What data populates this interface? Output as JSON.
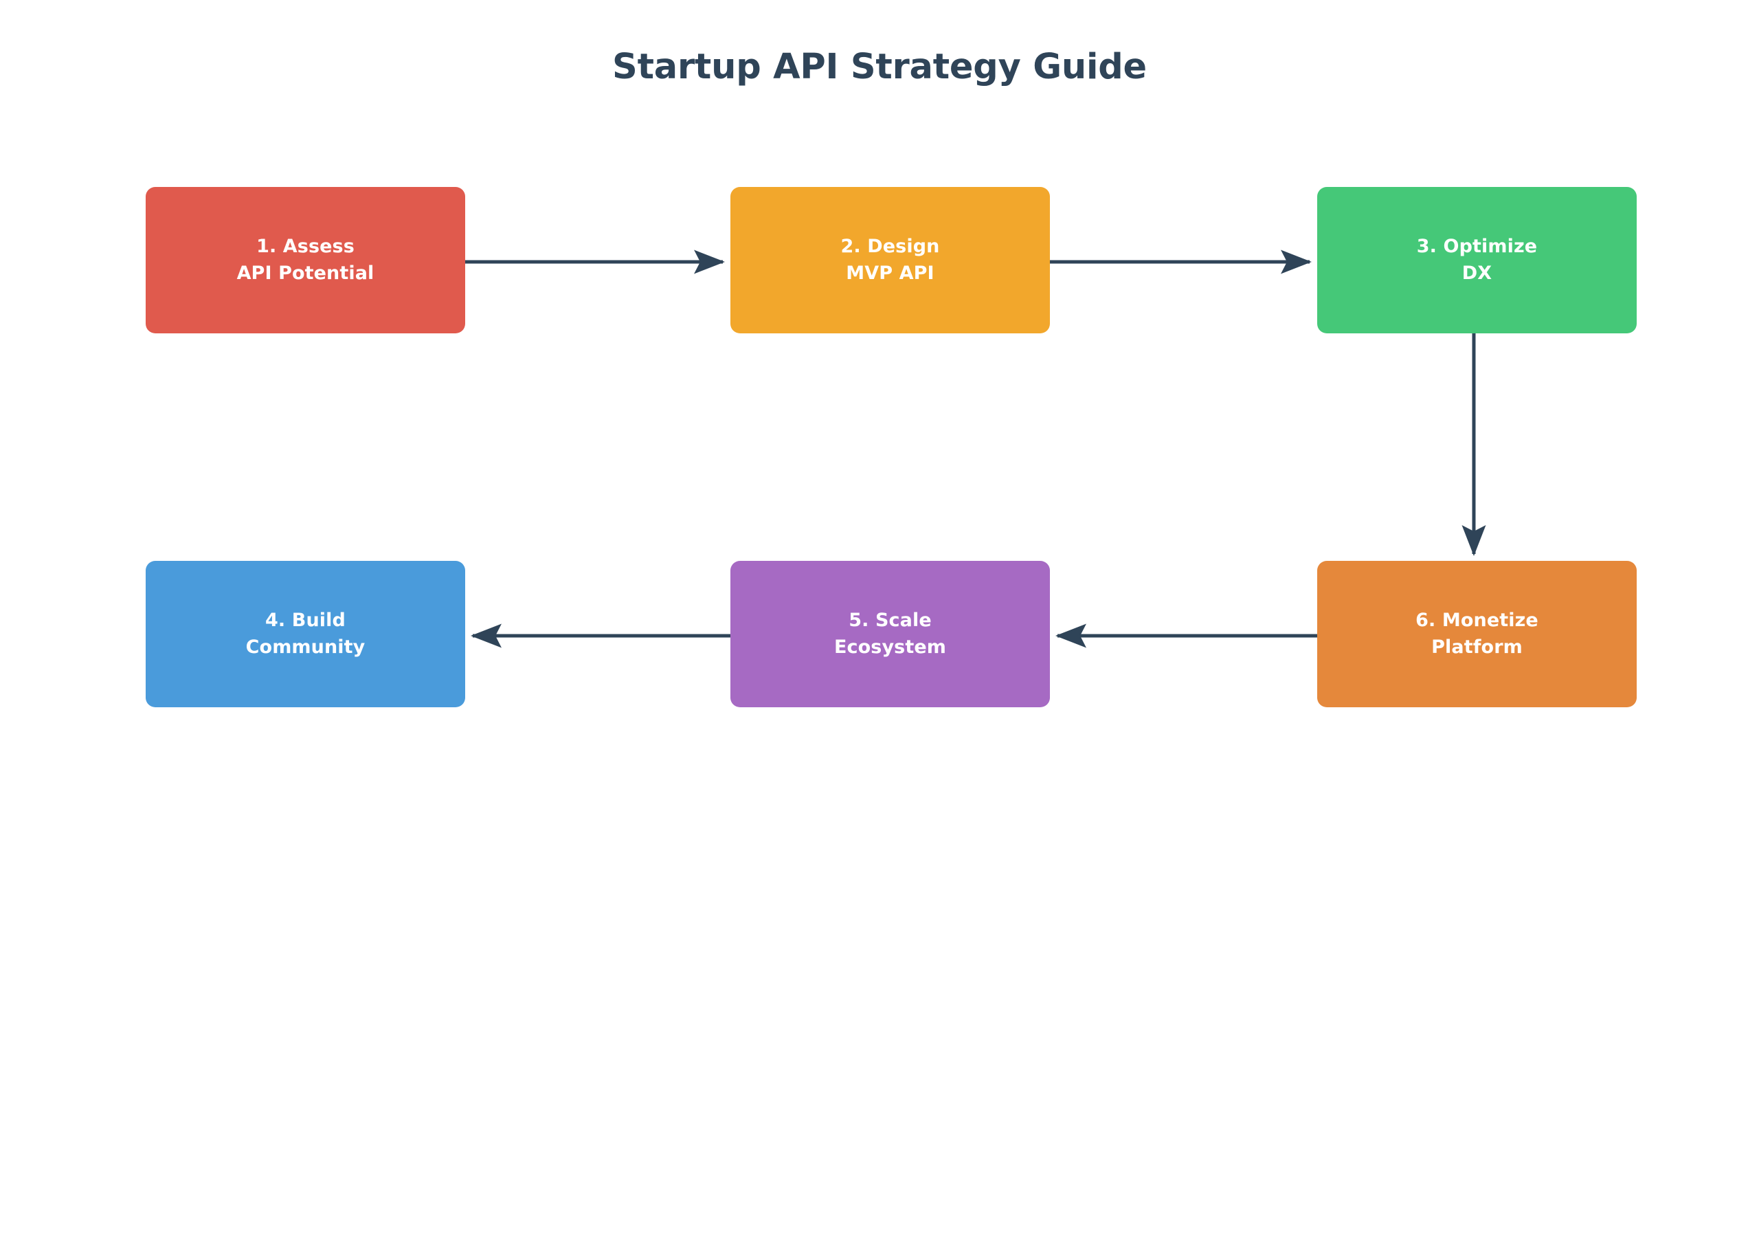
{
  "diagram": {
    "title": "Startup API Strategy Guide",
    "type": "flowchart",
    "background_color": "#ffffff",
    "title_color": "#2f4458",
    "connector_color": "#2f4458",
    "node_text_color": "#ffffff",
    "nodes": [
      {
        "id": "node-1",
        "order": 1,
        "label": "1. Assess\nAPI Potential",
        "line1": "1. Assess",
        "line2": "API Potential",
        "color": "#e05a4d",
        "row": "top",
        "column": 1
      },
      {
        "id": "node-2",
        "order": 2,
        "label": "2. Design\nMVP API",
        "line1": "2. Design",
        "line2": "MVP API",
        "color": "#f2a72c",
        "row": "top",
        "column": 2
      },
      {
        "id": "node-3",
        "order": 3,
        "label": "3. Optimize\nDX",
        "line1": "3. Optimize",
        "line2": "DX",
        "color": "#45c878",
        "row": "top",
        "column": 3
      },
      {
        "id": "node-4",
        "order": 4,
        "label": "4. Build\nCommunity",
        "line1": "4. Build",
        "line2": "Community",
        "color": "#4a9bdb",
        "row": "bottom",
        "column": 1
      },
      {
        "id": "node-5",
        "order": 5,
        "label": "5. Scale\nEcosystem",
        "line1": "5. Scale",
        "line2": "Ecosystem",
        "color": "#a66ac3",
        "row": "bottom",
        "column": 2
      },
      {
        "id": "node-6",
        "order": 6,
        "label": "6. Monetize\nPlatform",
        "line1": "6. Monetize",
        "line2": "Platform",
        "color": "#e5883b",
        "row": "bottom",
        "column": 3
      }
    ],
    "edges": [
      {
        "id": "edge-1-2",
        "from": "node-1",
        "to": "node-2",
        "direction": "right",
        "label": ""
      },
      {
        "id": "edge-2-3",
        "from": "node-2",
        "to": "node-3",
        "direction": "right",
        "label": ""
      },
      {
        "id": "edge-3-6",
        "from": "node-3",
        "to": "node-6",
        "direction": "down",
        "label": ""
      },
      {
        "id": "edge-6-5",
        "from": "node-6",
        "to": "node-5",
        "direction": "left",
        "label": ""
      },
      {
        "id": "edge-5-4",
        "from": "node-5",
        "to": "node-4",
        "direction": "left",
        "label": ""
      }
    ]
  }
}
